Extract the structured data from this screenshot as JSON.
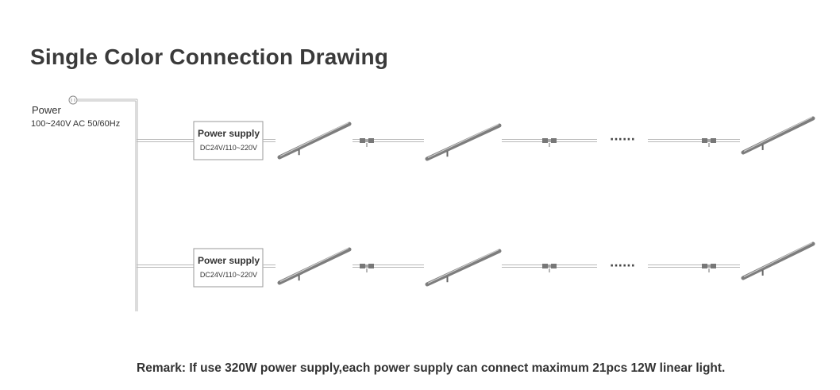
{
  "title": "Single Color Connection Drawing",
  "power": {
    "label": "Power",
    "spec": "100~240V AC 50/60Hz",
    "plug_icon": "plug-icon"
  },
  "rows": [
    {
      "power_supply": {
        "title": "Power supply",
        "spec": "DC24V/110~220V"
      },
      "ellipsis": "······"
    },
    {
      "power_supply": {
        "title": "Power supply",
        "spec": "DC24V/110~220V"
      },
      "ellipsis": "······"
    }
  ],
  "remark": "Remark: If use 320W power supply,each power supply can connect maximum 21pcs 12W linear light.",
  "colors": {
    "wire": "#b9b9b9",
    "bar_body": "#7d7d7d",
    "bar_highlight": "#cfcfcf",
    "box_border": "#9a9a9a"
  }
}
